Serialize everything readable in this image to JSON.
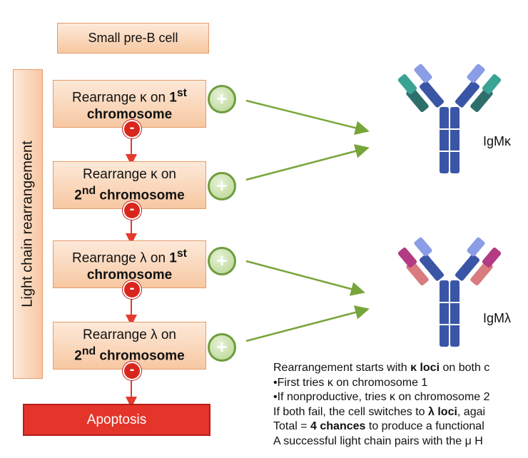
{
  "diagram": {
    "start_label": "Small pre-B cell",
    "sidebar_label": "Light chain rearrangement",
    "steps": [
      {
        "prefix": "Rearrange κ on ",
        "ordinal": "1",
        "sup": "st",
        "word": "chromosome"
      },
      {
        "prefix": "Rearrange κ on",
        "ordinal": "2",
        "sup": "nd",
        "word": " chromosome"
      },
      {
        "prefix": "Rearrange λ on ",
        "ordinal": "1",
        "sup": "st",
        "word": "chromosome"
      },
      {
        "prefix": "Rearrange λ on",
        "ordinal": "2",
        "sup": "nd",
        "word": " chromosome"
      }
    ],
    "plus_symbol": "+",
    "minus_symbol": "-",
    "end_label": "Apoptosis",
    "antibodies": [
      {
        "label": "IgMκ",
        "light_chain_colors": [
          "#2f8c7c",
          "#3aa393"
        ]
      },
      {
        "label": "IgMλ",
        "light_chain_colors": [
          "#b23b83",
          "#d97b7f"
        ]
      }
    ],
    "heavy_chain_color": "#3b55a6",
    "arrow_color": "#77a53a",
    "fail_arrow_color": "#e23b2e"
  },
  "notes": {
    "line1_a": "Rearrangement starts with ",
    "line1_b": "κ loci",
    "line1_c": " on both c",
    "line2": "•First tries κ on chromosome 1",
    "line3": "•If nonproductive, tries κ on chromosome 2",
    "line4_a": "If both fail, the cell switches to ",
    "line4_b": "λ loci",
    "line4_c": ", agai",
    "line5_a": "Total = ",
    "line5_b": "4 chances",
    "line5_c": " to produce a functional",
    "line6": "A successful light chain pairs with the μ H"
  }
}
